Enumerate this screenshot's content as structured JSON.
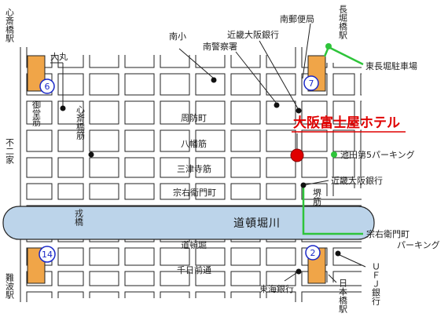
{
  "hotel": {
    "name": "大阪富士屋ホテル",
    "color": "#e00000"
  },
  "river": {
    "name": "道頓堀川",
    "color": "#bcd4ea"
  },
  "colors": {
    "station": "#f0a548",
    "parking_route": "#2ec43a",
    "station_badge": "#1a28c8"
  },
  "stations": [
    {
      "id": "shinsaibashi",
      "name": "心斎橋駅",
      "badge": "6"
    },
    {
      "id": "nagahoribashi",
      "name": "長堀橋駅",
      "badge": "7"
    },
    {
      "id": "namba",
      "name": "難波駅",
      "badge": "14"
    },
    {
      "id": "nipponbashi",
      "name": "日本橋駅",
      "badge": "2"
    }
  ],
  "streets": {
    "shuho": "周防町",
    "yawata": "八幡筋",
    "sanzenji": "三津寺筋",
    "soemon": "宗右衛門町",
    "dotonbori": "道頓堀",
    "sennichimae": "千日前通",
    "midosuji": "御堂筋",
    "shinsaibashisuji": "心斎橋筋",
    "sakaisuji": "堺筋",
    "ebisubashi": "戎橋",
    "fujiie": "不二家"
  },
  "landmarks": {
    "daimaru": "大丸",
    "minamisho": "南小",
    "minamikeisatsu": "南警察署",
    "kinki1": "近畿大阪銀行",
    "minamiyubin": "南郵便局",
    "higashinagahori": "東長堀駐車場",
    "ikedadai5": "池田第5パーキング",
    "kinki2": "近畿大阪銀行",
    "soemon_parking_1": "宗右衛門町",
    "soemon_parking_2": "パーキング",
    "tokai": "東海銀行",
    "ufj": "ＵＦＪ銀行"
  }
}
